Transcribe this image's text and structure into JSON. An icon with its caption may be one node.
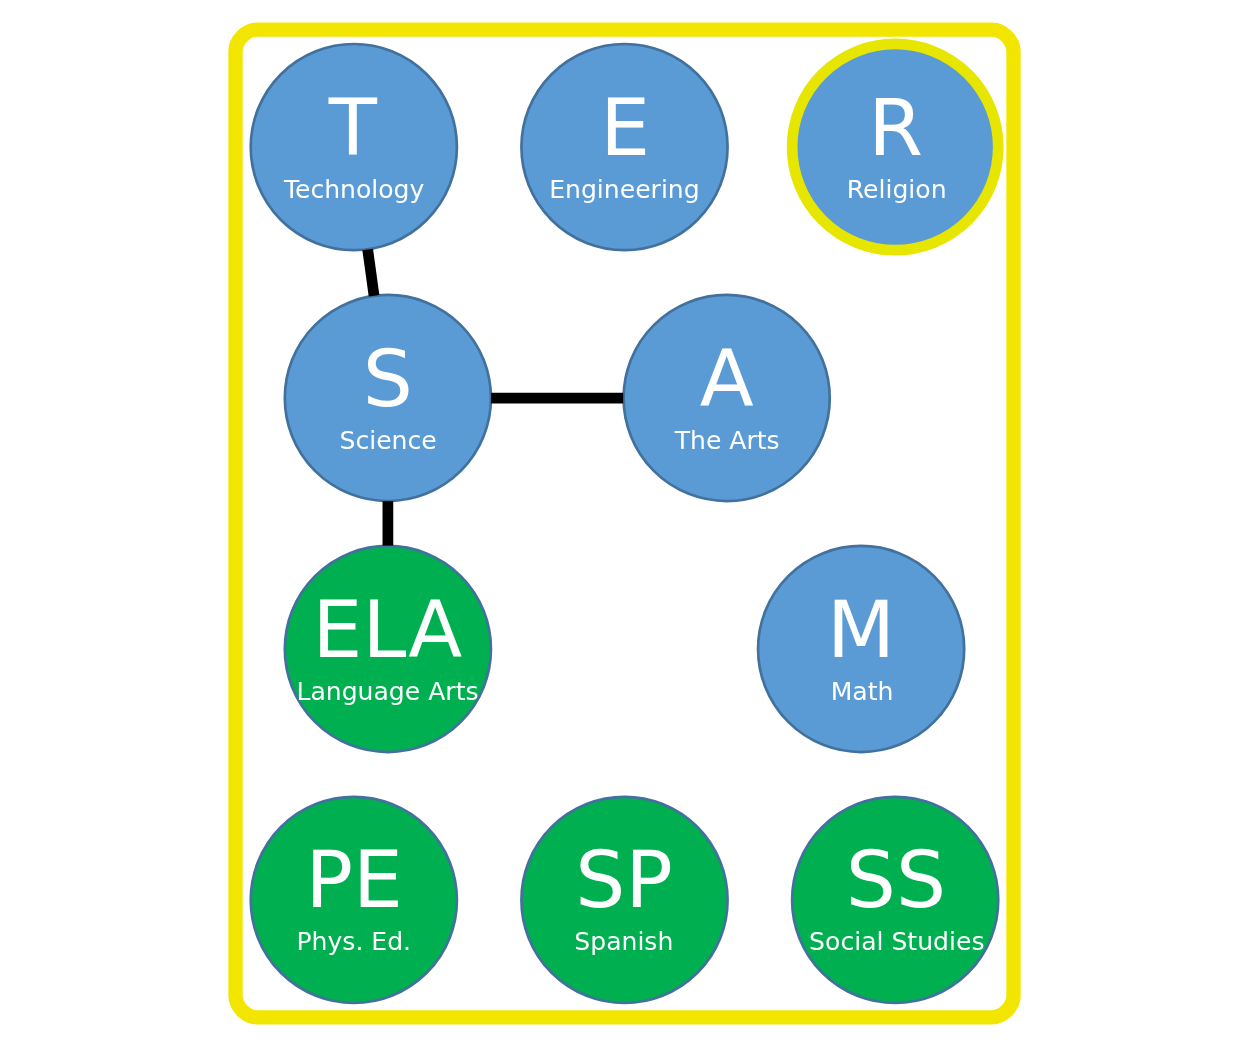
{
  "diagram": {
    "nodes": [
      {
        "text": [],
        "shape": "ellipse"
      },
      {
        "text": [
          "R",
          "Religion"
        ],
        "in": 0
      },
      {
        "text": [
          "T",
          "Technology"
        ],
        "in": 0
      },
      {
        "text": [
          "E",
          "Engineering"
        ],
        "in": 0
      },
      {
        "text": [
          "S",
          "Science"
        ],
        "in": 0
      },
      {
        "text": [
          "A",
          "The Arts"
        ],
        "in": 0
      },
      {
        "text": [
          "ELA",
          "Language Arts"
        ],
        "in": 0
      },
      {
        "text": [
          "M",
          "Math"
        ],
        "in": 0
      },
      {
        "text": [
          "PE",
          "Phys. Ed."
        ],
        "in": 0
      },
      {
        "text": [
          "SS",
          "Social Studies"
        ],
        "in": 0
      },
      {
        "text": [
          "SP",
          "Spanish"
        ],
        "in": 0
      }
    ],
    "edges": [
      {
        "from": 2,
        "to": 4,
        "arrow": "none"
      },
      {
        "from": 4,
        "to": 5,
        "arrow": "none"
      },
      {
        "from": 4,
        "to": 6,
        "arrow": "none"
      }
    ]
  }
}
